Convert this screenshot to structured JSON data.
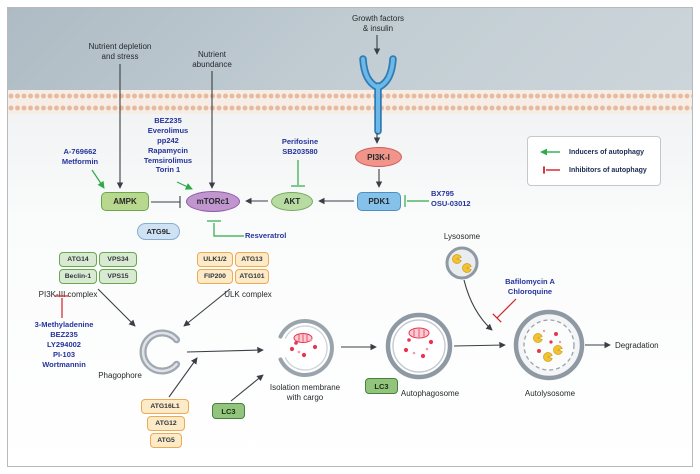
{
  "figure": {
    "labels": {
      "nutrient_depletion": "Nutrient depletion\nand stress",
      "nutrient_abundance": "Nutrient\nabundance",
      "growth_factors": "Growth factors\n& insulin",
      "ulk_complex": "ULK complex",
      "pi3k3_complex": "PI3K-III complex",
      "phagophore": "Phagophore",
      "isolation_membrane": "Isolation membrane\nwith cargo",
      "autophagosome": "Autophagosome",
      "autolysosome": "Autolysosome",
      "lysosome": "Lysosome",
      "degradation": "Degradation"
    },
    "nodes": {
      "ampk": "AMPK",
      "mtorc1": "mTORc1",
      "akt": "AKT",
      "pi3k1": "PI3K-I",
      "pdk1": "PDK1",
      "atg9l": "ATG9L",
      "lc3": "LC3"
    },
    "complexes": {
      "ulk": [
        "ULK1/2",
        "ATG13",
        "FIP200",
        "ATG101"
      ],
      "pi3k3": [
        "ATG14",
        "VPS34",
        "Beclin-1",
        "VPS15"
      ],
      "atg16": [
        "ATG16L1",
        "ATG12",
        "ATG5"
      ]
    },
    "drugs": {
      "mtor_inhibitors": "BEZ235\nEverolimus\npp242\nRapamycin\nTemsirolimus\nTorin 1",
      "ampk_activators": "A-769662\nMetformin",
      "akt_inhibitors": "Perifosine\nSB203580",
      "pdk1_inhibitors": "BX795\nOSU-03012",
      "mtor_inhibitor_single": "Resveratrol",
      "pi3k3_inhibitors": "3-Methyladenine\nBEZ235\nLY294002\nPI-103\nWortmannin",
      "fusion_inhibitors": "Bafilomycin A\nChloroquine"
    },
    "legend": {
      "inducers": "Inducers of autophagy",
      "inhibitors": "Inhibitors of autophagy"
    },
    "colors": {
      "inducer_green": "#2eaa4a",
      "inhibitor_red": "#d22027",
      "drug_blue": "#24349c",
      "membrane_tan": "#e7b99f",
      "extracellular_gray": "#bcc7cd"
    }
  }
}
